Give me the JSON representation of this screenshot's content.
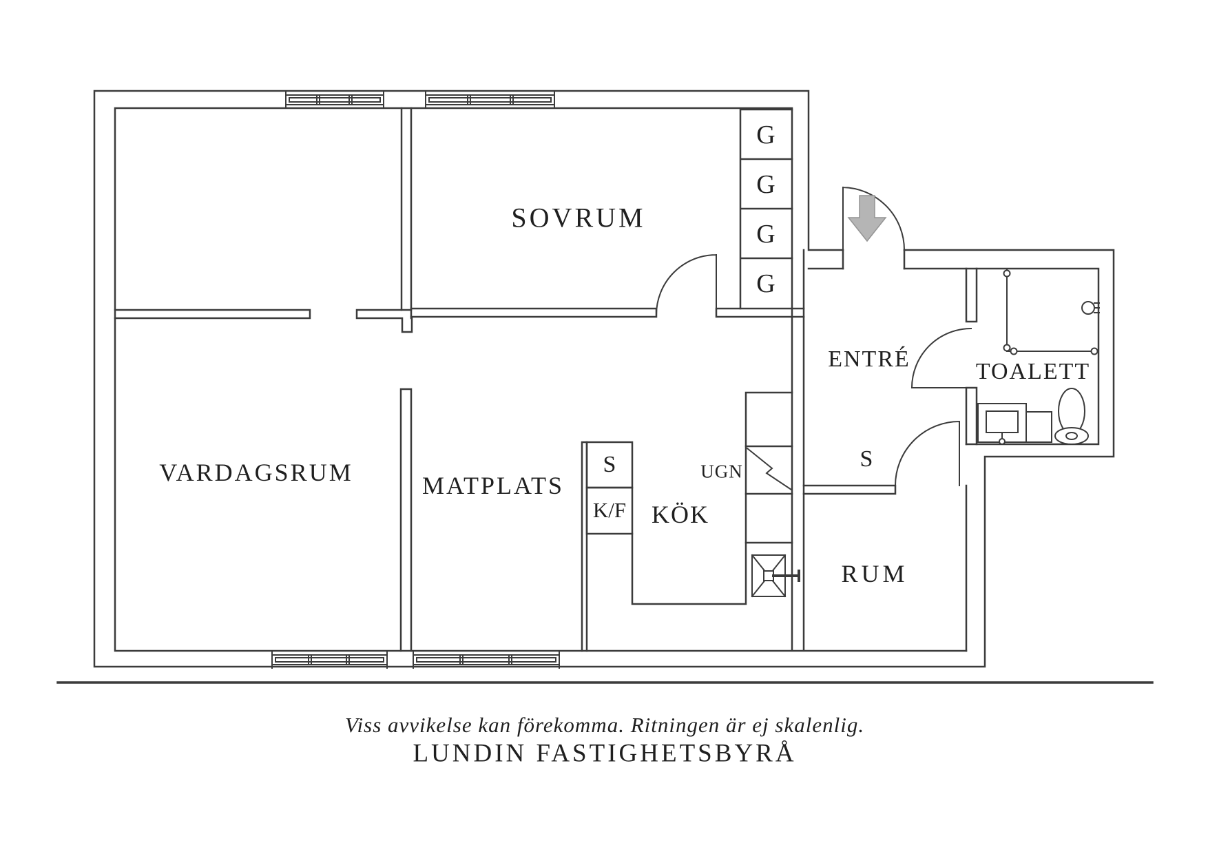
{
  "plan": {
    "rooms": {
      "sovrum": "SOVRUM",
      "vardagsrum": "VARDAGSRUM",
      "matplats": "MATPLATS",
      "kok": "KÖK",
      "entre": "ENTRÉ",
      "toalett": "TOALETT",
      "rum": "RUM"
    },
    "fixtures": {
      "ugn": "UGN",
      "g1": "G",
      "g2": "G",
      "g3": "G",
      "g4": "G",
      "s_kitchen": "S",
      "kf": "K/F",
      "s_hall": "S"
    },
    "icons": {
      "entrance_arrow": "down-arrow-icon",
      "shower": "shower-icon",
      "sink": "sink-icon",
      "toilet": "toilet-icon",
      "stove_fan": "stove-icon"
    }
  },
  "colors": {
    "line": "#3b3b3b",
    "label": "#1f1f1f",
    "arrow_fill": "#b5b5b5",
    "arrow_stroke": "#949494"
  },
  "footer": {
    "disclaimer": "Viss avvikelse kan förekomma. Ritningen är ej skalenlig.",
    "brand": "LUNDIN FASTIGHETSBYRÅ"
  }
}
